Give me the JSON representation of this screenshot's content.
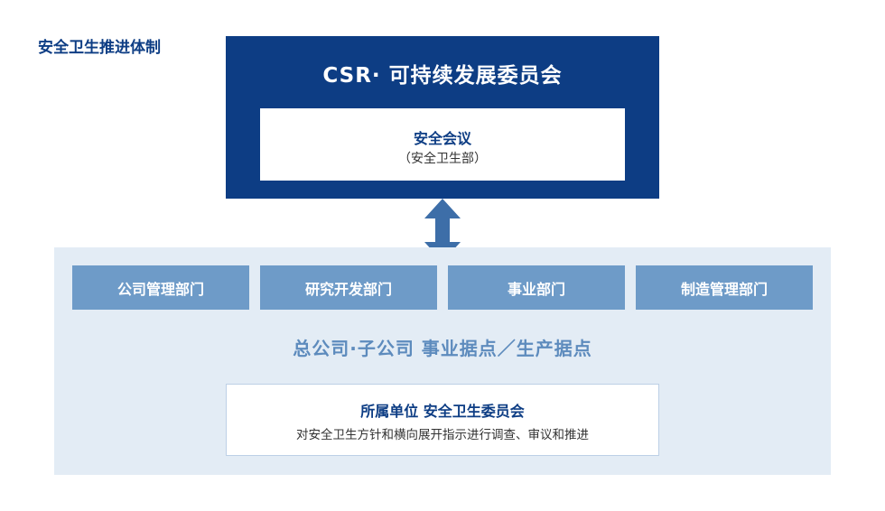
{
  "page": {
    "title": "安全卫生推进体制"
  },
  "committee": {
    "title": "CSR· 可持续发展委员会",
    "meeting_title": "安全会议",
    "meeting_sub": "（安全卫生部）"
  },
  "departments": [
    {
      "label": "公司管理部门"
    },
    {
      "label": "研究开发部门"
    },
    {
      "label": "事业部门"
    },
    {
      "label": "制造管理部门"
    }
  ],
  "sites": {
    "label": "总公司·子公司  事业据点／生产据点"
  },
  "local_committee": {
    "title": "所属单位  安全卫生委员会",
    "description": "对安全卫生方针和横向展开指示进行调查、审议和推进"
  },
  "colors": {
    "navy": "#0d3d84",
    "dept_blue": "#6e9bc8",
    "panel_bg": "#e3ecf5",
    "arrow_blue": "#3d6ea8"
  }
}
